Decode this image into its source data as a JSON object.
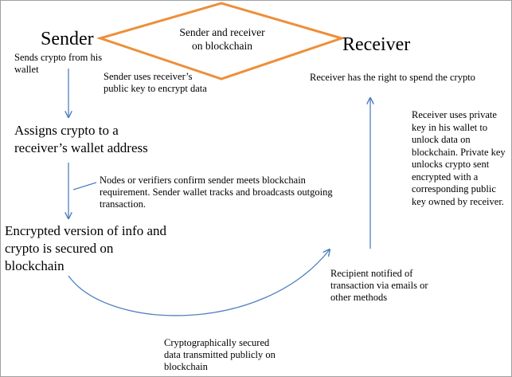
{
  "nodes": {
    "sender": "Sender",
    "sender_note": [
      "Sends crypto from his",
      "wallet"
    ],
    "blockchain_diamond": [
      "Sender and receiver",
      "on blockchain"
    ],
    "receiver": "Receiver",
    "encrypt_note": [
      "Sender uses receiver’s",
      "public key to encrypt data"
    ],
    "receiver_right": "Receiver has the right to spend the crypto",
    "assign_step": [
      "Assigns crypto to a",
      "receiver’s wallet address"
    ],
    "verify_note": [
      "Nodes or verifiers confirm sender meets blockchain",
      "requirement. Sender wallet tracks and broadcasts outgoing",
      "transaction."
    ],
    "secured_step": [
      "Encrypted version of info and",
      "crypto is secured on",
      "blockchain"
    ],
    "private_key_note": [
      "Receiver uses private",
      "key in his wallet to",
      "unlock data on",
      "blockchain. Private key",
      "unlocks crypto sent",
      "encrypted with a",
      "corresponding public",
      "key owned by receiver."
    ],
    "notified_note": [
      "Recipient notified of",
      "transaction via emails or",
      "other methods"
    ],
    "transmitted_note": [
      "Cryptographically secured",
      "data transmitted publicly on",
      "blockchain"
    ]
  },
  "colors": {
    "diamond_stroke": "#ed8f3a",
    "arrow": "#4f81bd"
  }
}
